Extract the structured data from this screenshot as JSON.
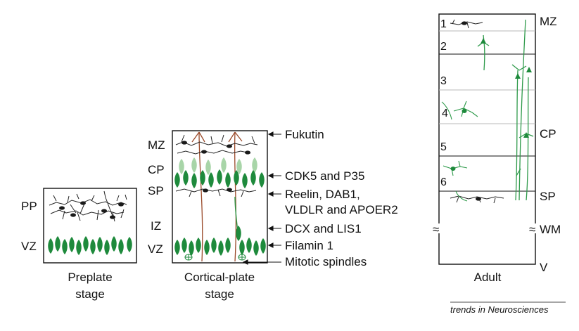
{
  "preplate": {
    "layers": [
      "PP",
      "VZ"
    ],
    "caption": [
      "Preplate",
      "stage"
    ]
  },
  "cortical": {
    "layers": [
      "MZ",
      "CP",
      "SP",
      "IZ",
      "VZ"
    ],
    "markers": [
      "Fukutin",
      "CDK5 and P35",
      "Reelin, DAB1,",
      "VLDLR and APOER2",
      "DCX and LIS1",
      "Filamin 1",
      "Mitotic spindles"
    ],
    "caption": [
      "Cortical-plate",
      "stage"
    ]
  },
  "adult": {
    "layer_numbers": [
      "1",
      "2",
      "3",
      "4",
      "5",
      "6"
    ],
    "right_labels": [
      "MZ",
      "CP",
      "SP",
      "WM",
      "V"
    ],
    "break_symbol": "≈",
    "caption": "Adult"
  },
  "credit": "trends in Neurosciences",
  "colors": {
    "neuron_dark_green": "#1e8a3c",
    "neuron_light_green": "#a8d5a8",
    "fiber_green": "#2e9a4a",
    "radial_glia_brown": "#9a4a2a",
    "axon_black": "#222222",
    "layer_line_gray": "#b8b8b8"
  }
}
